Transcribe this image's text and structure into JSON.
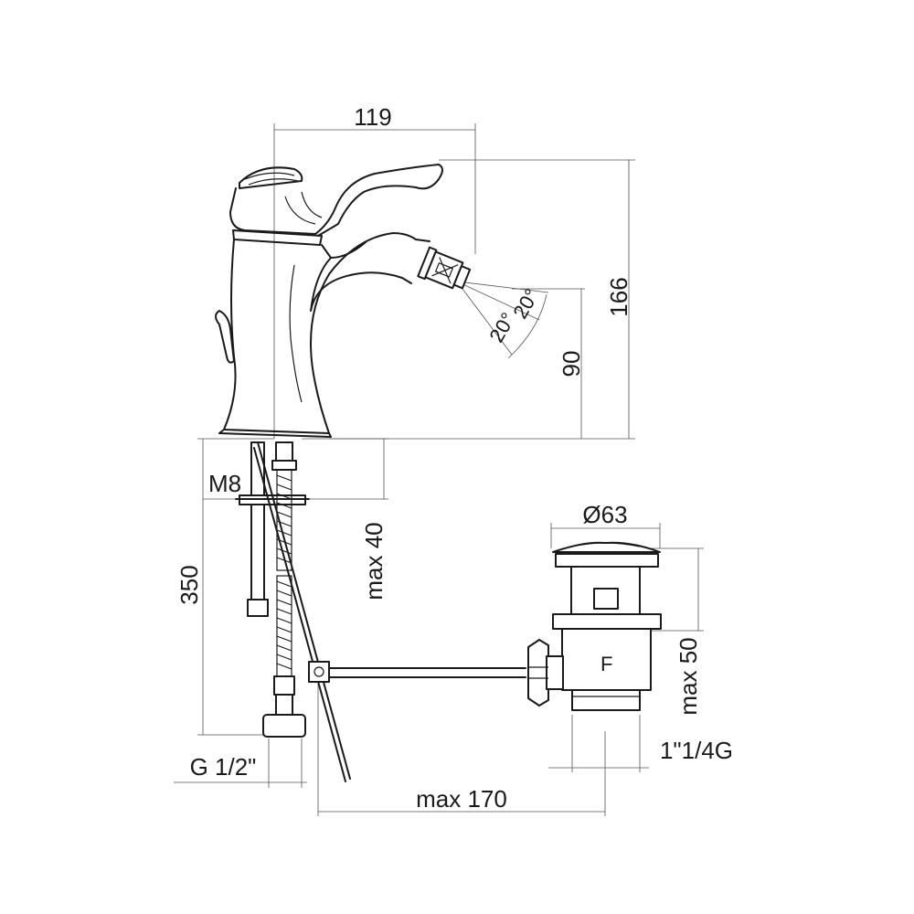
{
  "dimensions": {
    "top_width": "119",
    "total_height": "166",
    "spout_height": "90",
    "angle_left": "20°",
    "angle_right": "20°",
    "thread_rod": "M8",
    "hose_length": "350",
    "max_deck": "max 40",
    "hose_connection": "G 1/2\"",
    "waste_diameter": "Ø63",
    "max_waste": "max 50",
    "waste_thread": "1\"1/4G",
    "max_rod": "max 170"
  },
  "marks": {
    "waste_letter": "F"
  },
  "colors": {
    "line": "#1a1a1a",
    "dimension": "#555555",
    "background": "#ffffff"
  }
}
